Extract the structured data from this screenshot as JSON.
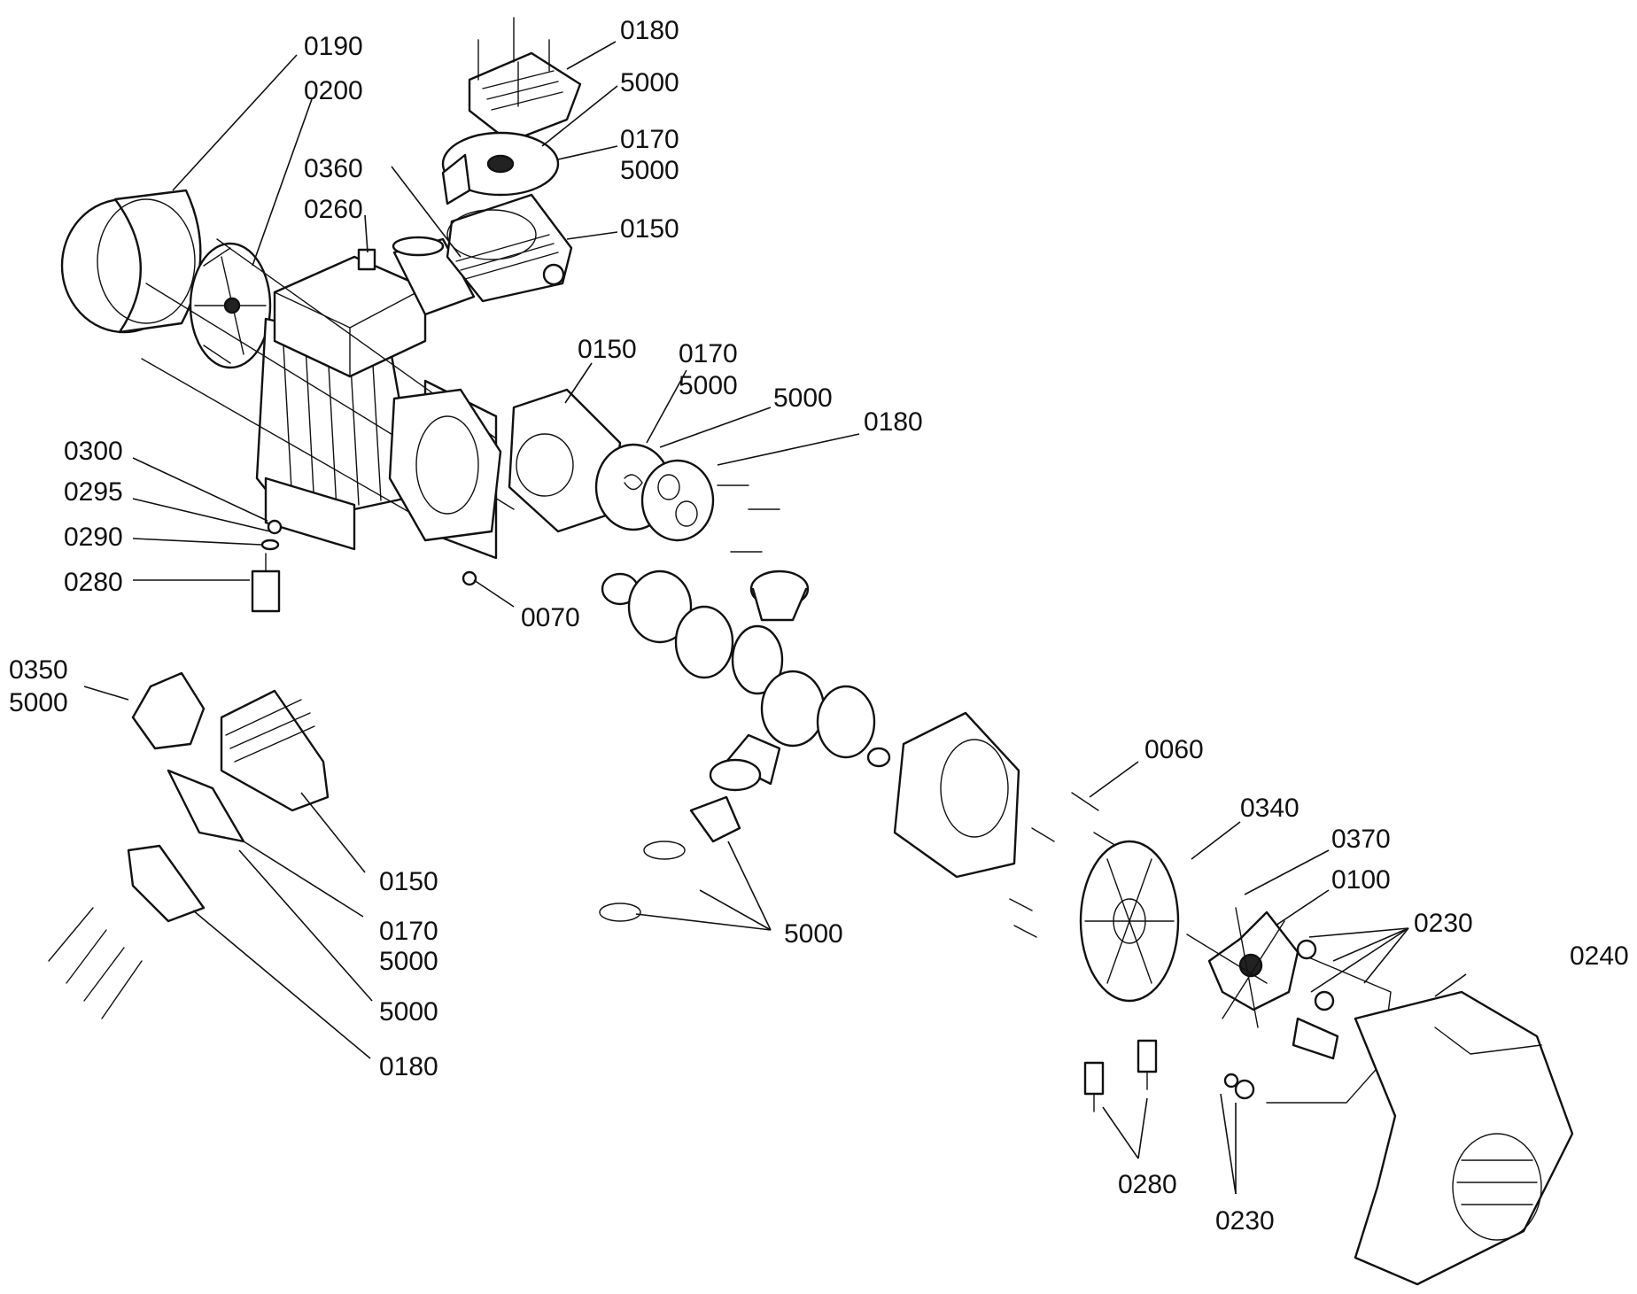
{
  "title": "",
  "labels": {
    "0190": "0190",
    "0200": "0200",
    "0360": "0360",
    "0260": "0260",
    "0180": "0180",
    "5000": "5000",
    "0170": "0170",
    "0150": "0150",
    "0300": "0300",
    "0295": "0295",
    "0290": "0290",
    "0280": "0280",
    "0070": "0070",
    "0350": "0350",
    "0060": "0060",
    "0340": "0340",
    "0370": "0370",
    "0100": "0100",
    "0230": "0230",
    "0240": "0240"
  },
  "colors": {
    "ink": "#111111",
    "paper": "#ffffff"
  }
}
